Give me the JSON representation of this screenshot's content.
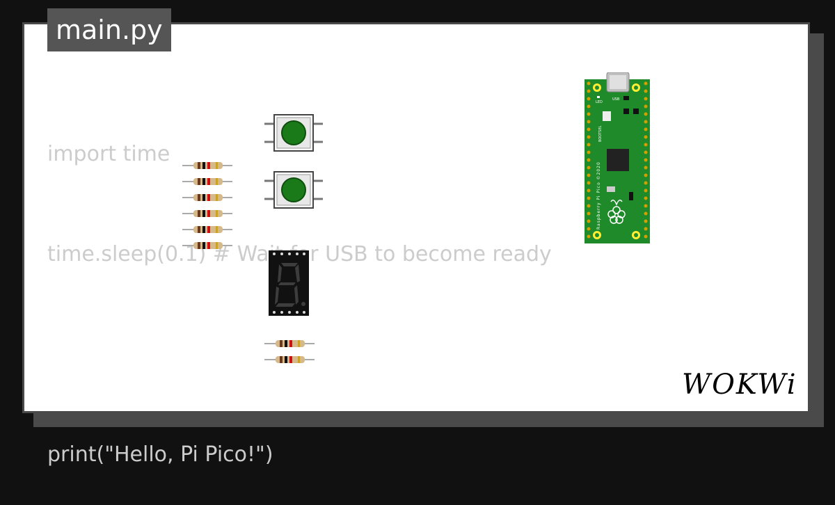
{
  "tab": {
    "filename": "main.py"
  },
  "code": {
    "lines": [
      "import time",
      "time.sleep(0.1) # Wait for USB to become ready",
      "",
      "print(\"Hello, Pi Pico!\")"
    ]
  },
  "board": {
    "labels": {
      "led": "LED",
      "usb": "USB",
      "bootsel": "BOOTSEL",
      "name": "Raspberry Pi Pico ©2020"
    }
  },
  "brand": {
    "logo": "WOKWi"
  },
  "colors": {
    "background": "#111111",
    "card": "#ffffff",
    "tab": "#555555",
    "code_text": "#cccccc",
    "board_green": "#1f8a2a",
    "button_green": "#1a7a1a",
    "display_black": "#111111"
  }
}
